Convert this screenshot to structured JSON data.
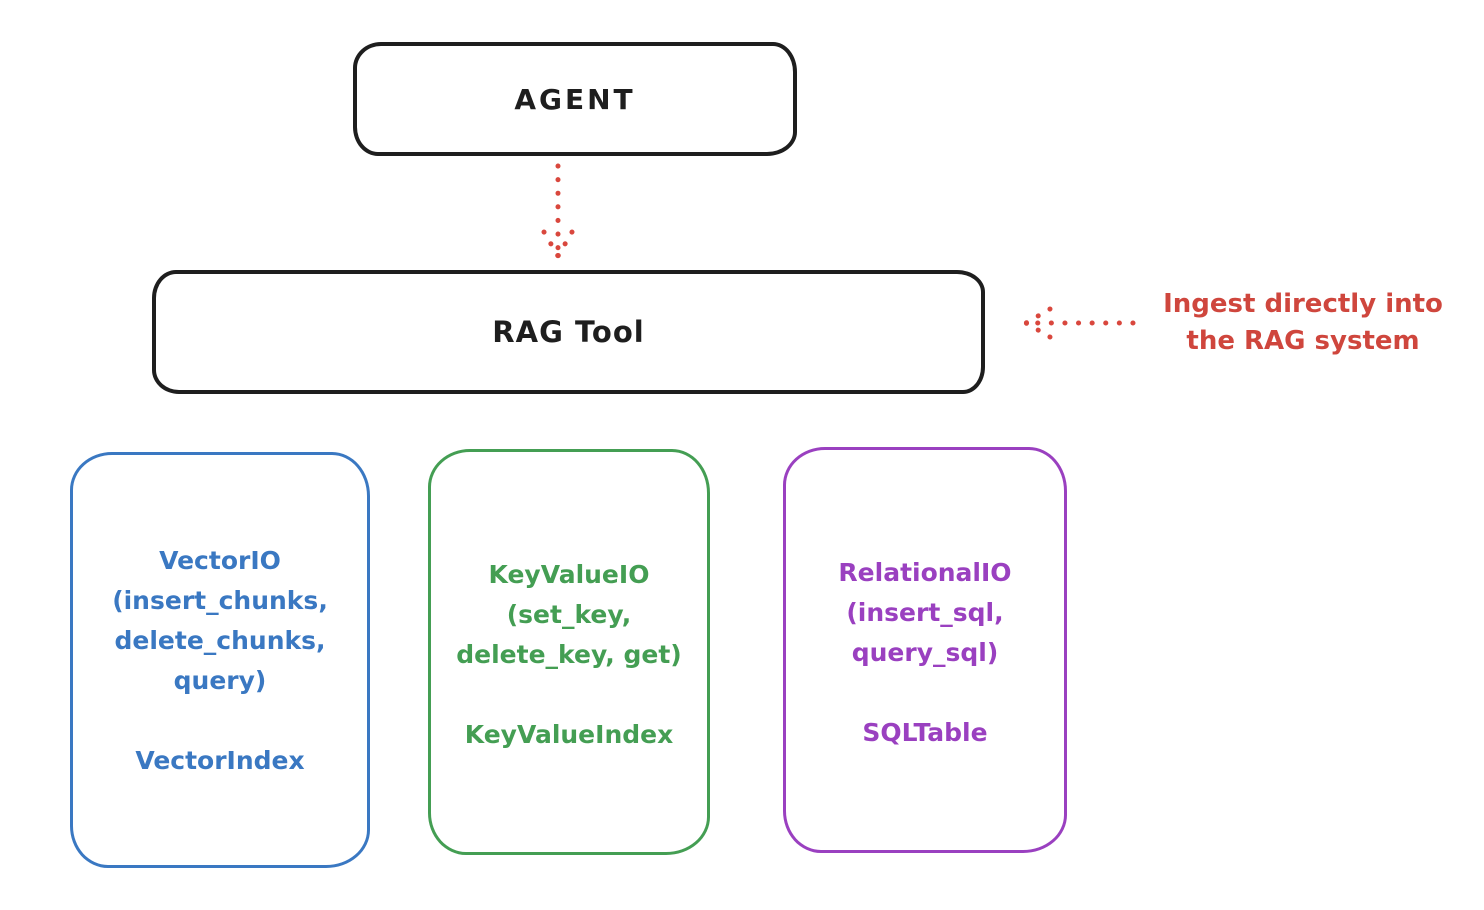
{
  "agent": {
    "label": "AGENT"
  },
  "rag_tool": {
    "label": "RAG Tool"
  },
  "annotation": {
    "line1": "Ingest directly into",
    "line2": "the RAG system"
  },
  "boxes": [
    {
      "name": "vector-io",
      "lines": [
        "VectorIO",
        "(insert_chunks,",
        "delete_chunks,",
        "query)"
      ],
      "footer": "VectorIndex",
      "color": "#3a78c2"
    },
    {
      "name": "key-value-io",
      "lines": [
        "KeyValueIO",
        "(set_key,",
        "delete_key, get)"
      ],
      "footer": "KeyValueIndex",
      "color": "#449e53"
    },
    {
      "name": "relational-io",
      "lines": [
        "RelationalIO",
        "(insert_sql,",
        "query_sql)"
      ],
      "footer": "SQLTable",
      "color": "#9a40c0"
    }
  ],
  "colors": {
    "stroke": "#1e1e1e",
    "accent_red": "#cf463d",
    "blue": "#3a78c2",
    "green": "#449e53",
    "purple": "#9a40c0",
    "background": "#ffffff"
  }
}
